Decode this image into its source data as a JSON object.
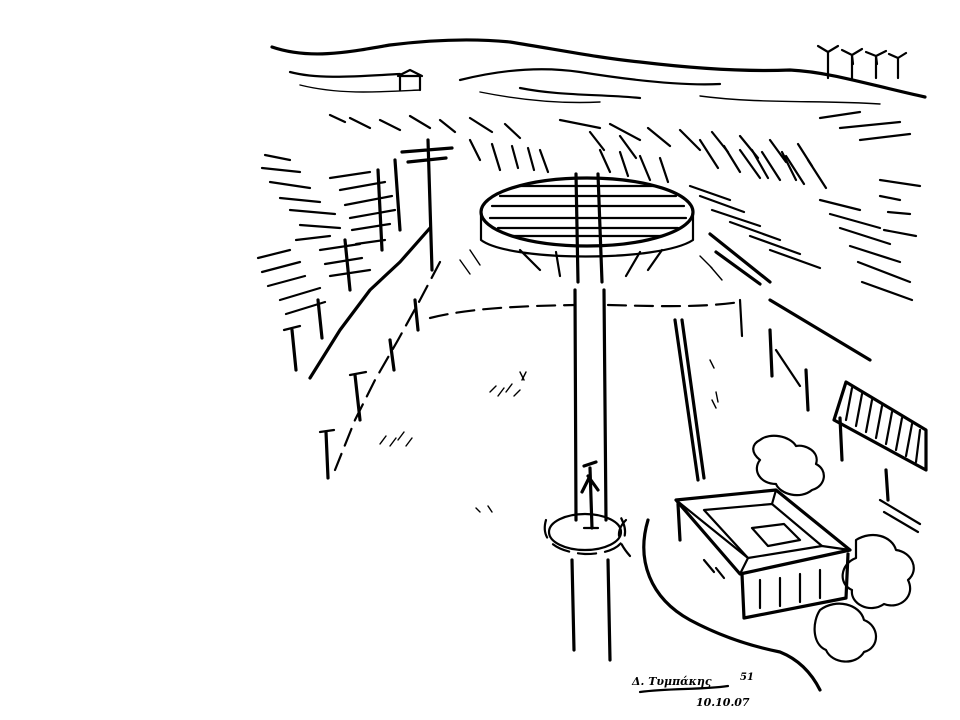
{
  "artwork": {
    "signature": "Δ. Τυμπάκης",
    "signature_suffix": "51",
    "date": "10.10.07",
    "ink_color": "#000000",
    "paper_color": "#ffffff"
  }
}
